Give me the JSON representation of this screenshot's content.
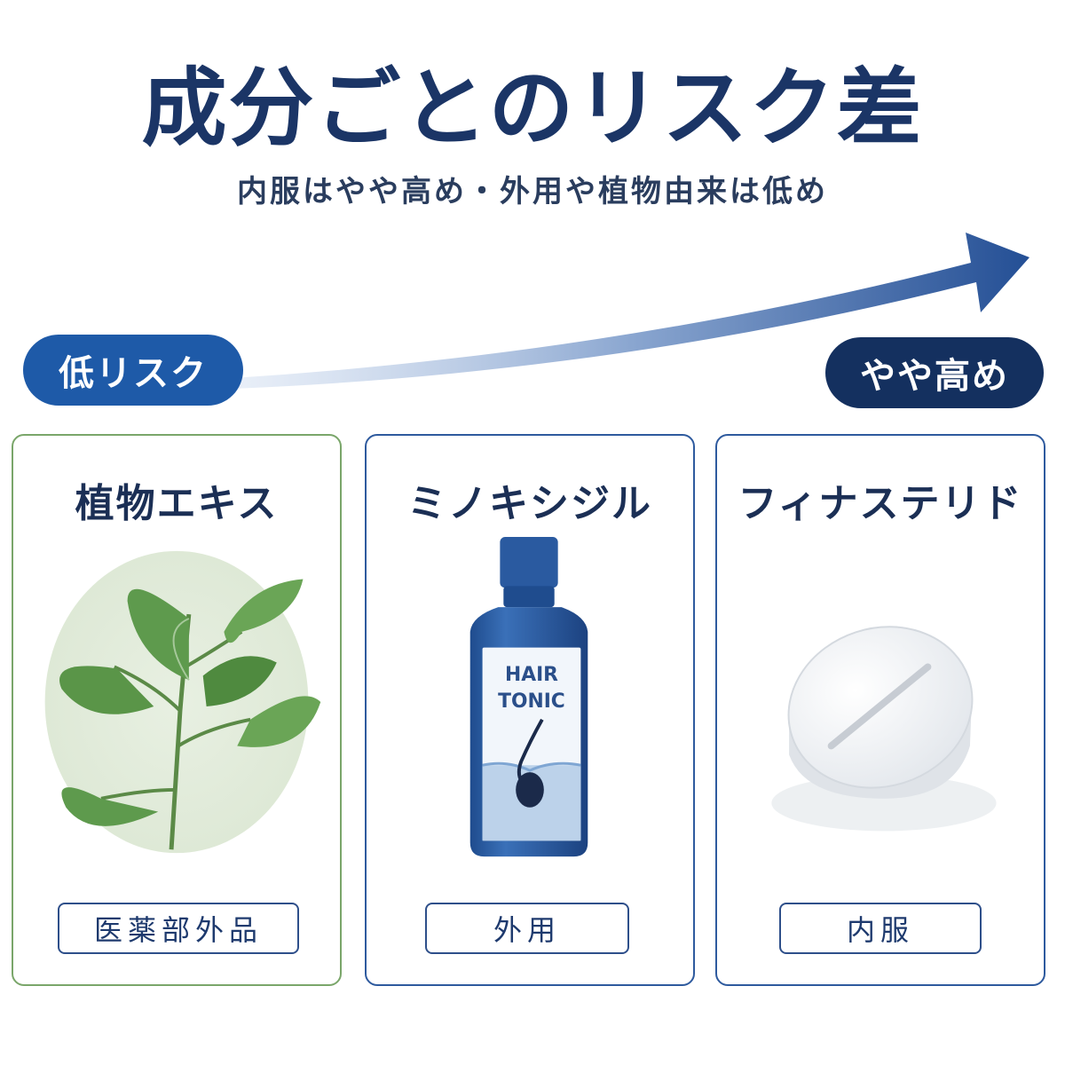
{
  "title": "成分ごとのリスク差",
  "subtitle": "内服はやや高め・外用や植物由来は低め",
  "scale": {
    "low_label": "低リスク",
    "high_label": "やや高め"
  },
  "cards": [
    {
      "title": "植物エキス",
      "tag": "医薬部外品",
      "illustration": "leaf-icon"
    },
    {
      "title": "ミノキシジル",
      "tag": "外用",
      "illustration": "bottle-icon",
      "bottle_label": {
        "line1": "HAIR",
        "line2": "TONIC"
      }
    },
    {
      "title": "フィナステリド",
      "tag": "内服",
      "illustration": "pill-icon"
    }
  ],
  "colors": {
    "navy": "#1b3566",
    "blue": "#1e5aa8",
    "green_border": "#7aa66a",
    "bottle_blue": "#2b5ea6"
  }
}
